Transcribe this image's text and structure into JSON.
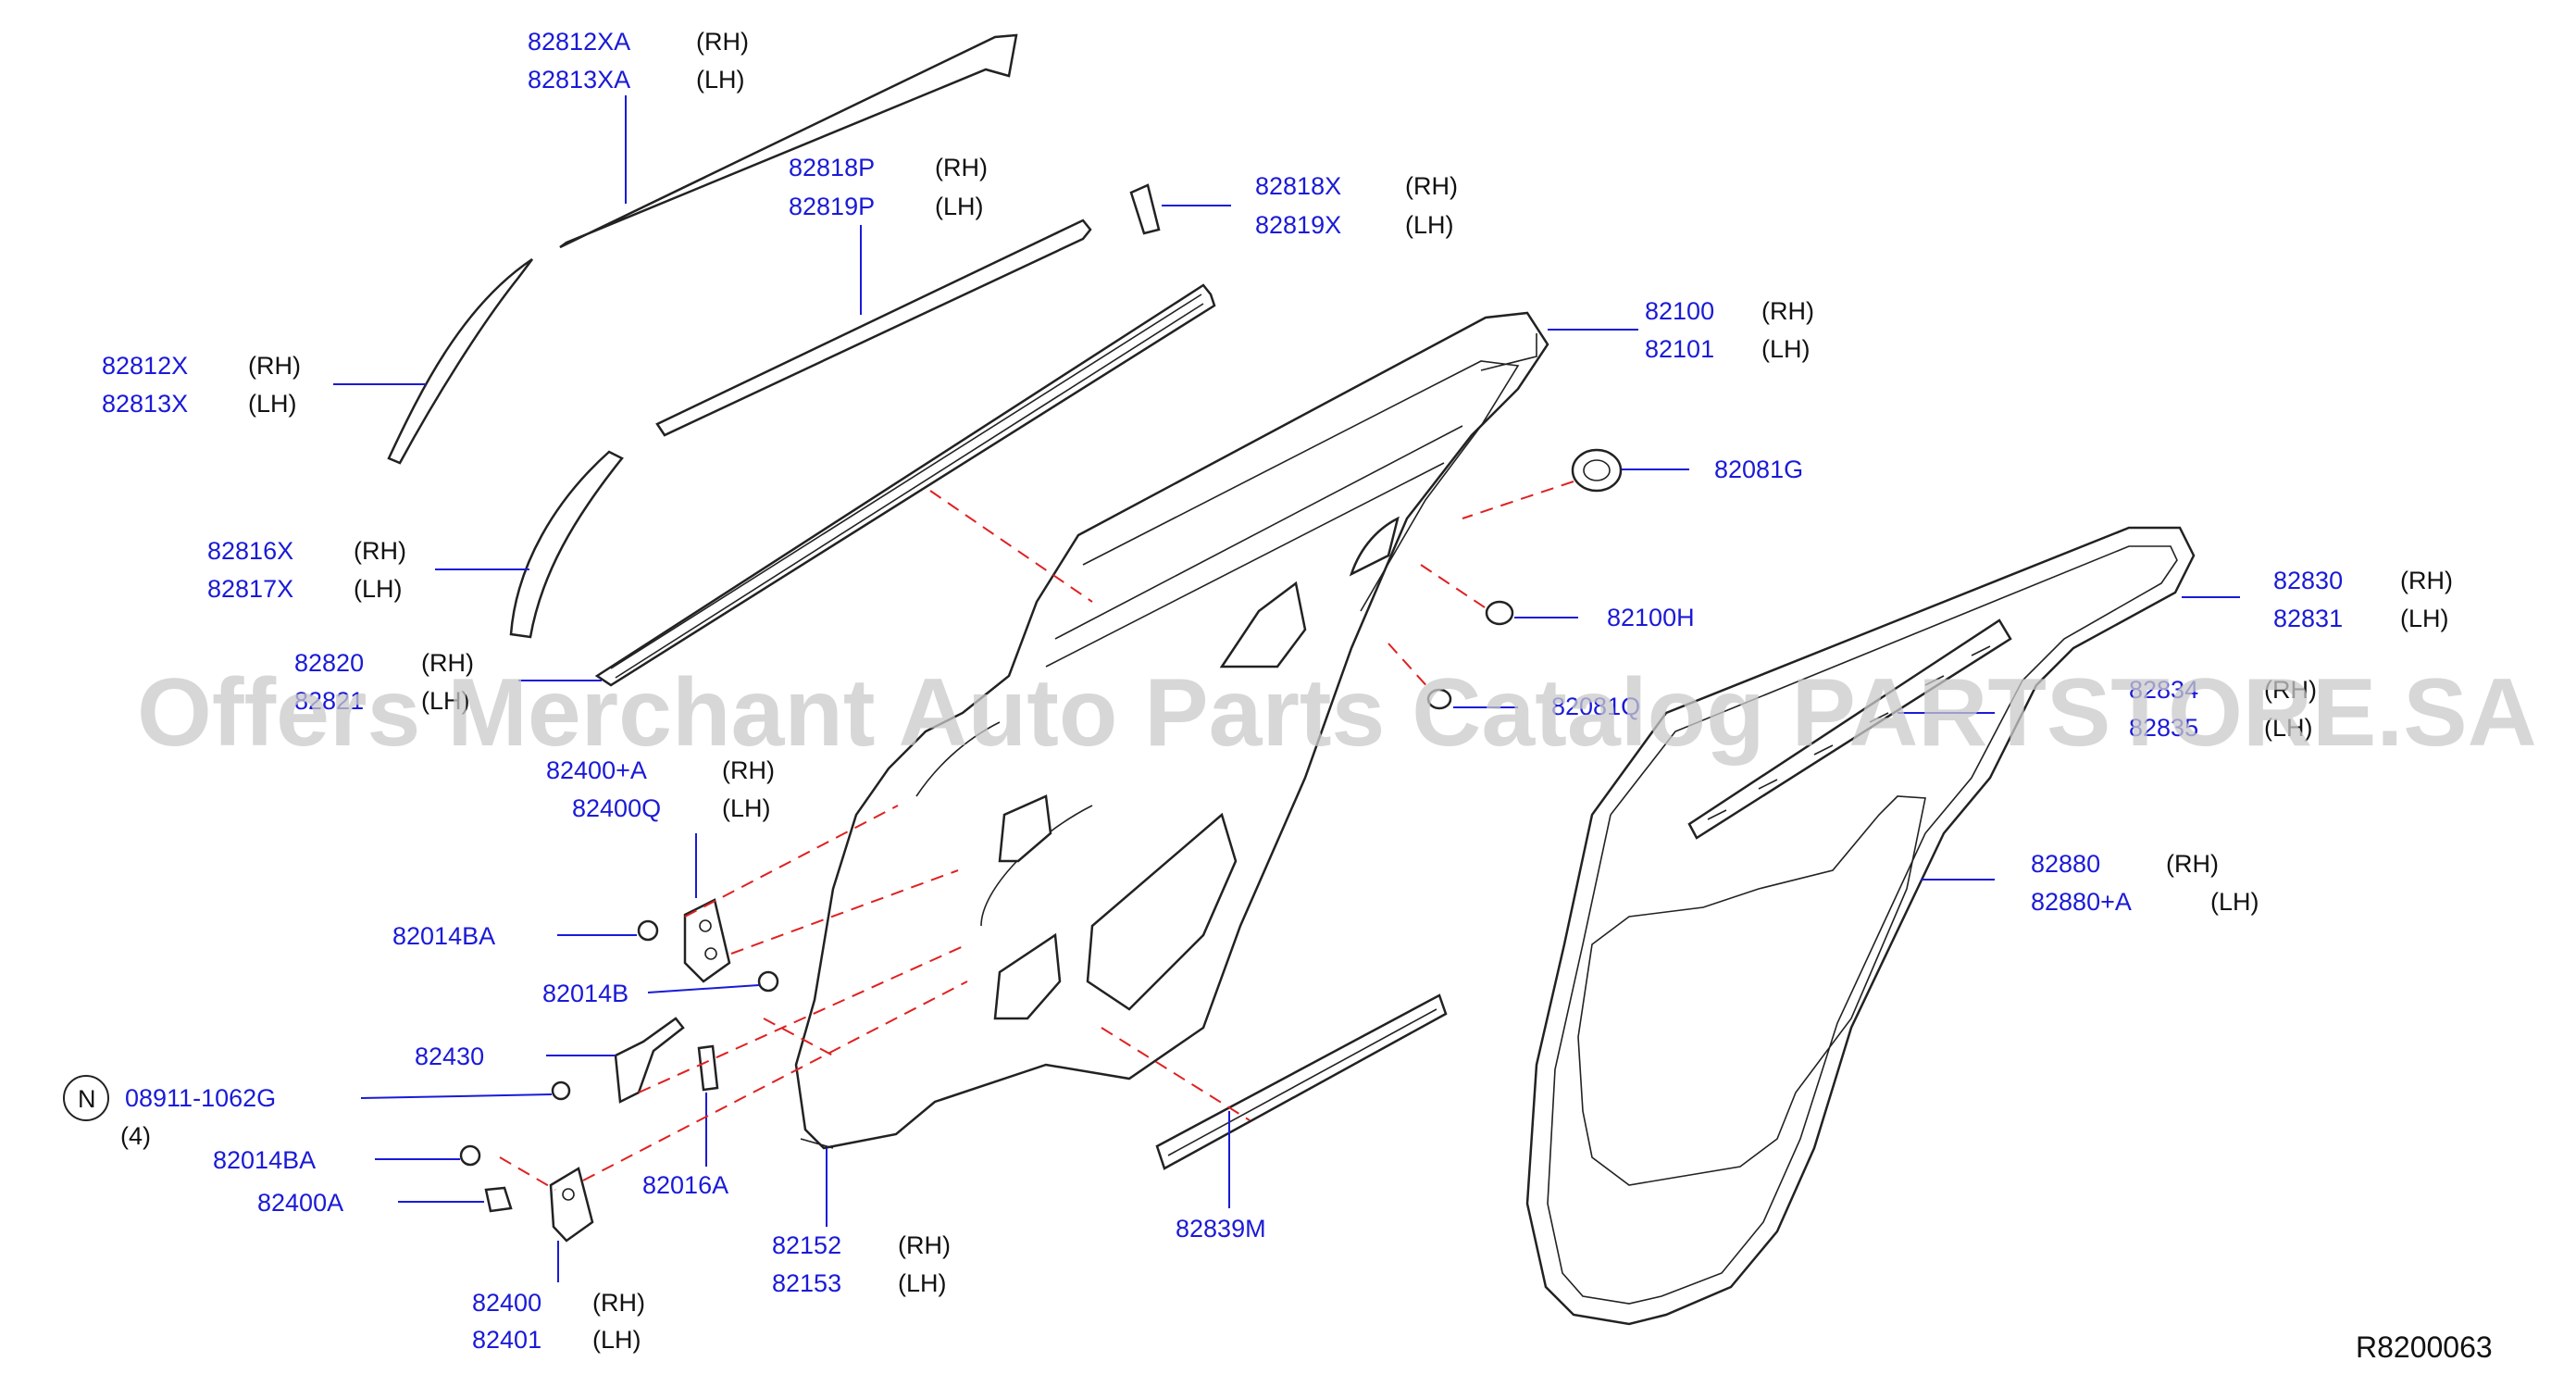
{
  "diagram": {
    "reference_code": "R8200063",
    "watermark": "Offers Merchant Auto Parts Catalog PARTSTORE.SA",
    "callouts": [
      {
        "id": "c1",
        "lines": [
          {
            "part": "82812XA",
            "side": "(RH)"
          },
          {
            "part": "82813XA",
            "side": "(LH)"
          }
        ]
      },
      {
        "id": "c2",
        "lines": [
          {
            "part": "82818P",
            "side": "(RH)"
          },
          {
            "part": "82819P",
            "side": "(LH)"
          }
        ]
      },
      {
        "id": "c3",
        "lines": [
          {
            "part": "82818X",
            "side": "(RH)"
          },
          {
            "part": "82819X",
            "side": "(LH)"
          }
        ]
      },
      {
        "id": "c4",
        "lines": [
          {
            "part": "82812X",
            "side": "(RH)"
          },
          {
            "part": "82813X",
            "side": "(LH)"
          }
        ]
      },
      {
        "id": "c5",
        "lines": [
          {
            "part": "82100",
            "side": "(RH)"
          },
          {
            "part": "82101",
            "side": "(LH)"
          }
        ]
      },
      {
        "id": "c6",
        "lines": [
          {
            "part": "82081G",
            "side": ""
          }
        ]
      },
      {
        "id": "c7",
        "lines": [
          {
            "part": "82816X",
            "side": "(RH)"
          },
          {
            "part": "82817X",
            "side": "(LH)"
          }
        ]
      },
      {
        "id": "c8",
        "lines": [
          {
            "part": "82100H",
            "side": ""
          }
        ]
      },
      {
        "id": "c9",
        "lines": [
          {
            "part": "82830",
            "side": "(RH)"
          },
          {
            "part": "82831",
            "side": "(LH)"
          }
        ]
      },
      {
        "id": "c10",
        "lines": [
          {
            "part": "82820",
            "side": "(RH)"
          },
          {
            "part": "82821",
            "side": "(LH)"
          }
        ]
      },
      {
        "id": "c11",
        "lines": [
          {
            "part": "82081Q",
            "side": ""
          }
        ]
      },
      {
        "id": "c12",
        "lines": [
          {
            "part": "82834",
            "side": "(RH)"
          },
          {
            "part": "82835",
            "side": "(LH)"
          }
        ]
      },
      {
        "id": "c13",
        "lines": [
          {
            "part": "82400+A",
            "side": "(RH)"
          },
          {
            "part": "82400Q",
            "side": "(LH)"
          }
        ]
      },
      {
        "id": "c14",
        "lines": [
          {
            "part": "82880",
            "side": "(RH)"
          },
          {
            "part": "82880+A",
            "side": "(LH)"
          }
        ]
      },
      {
        "id": "c15",
        "lines": [
          {
            "part": "82014BA",
            "side": ""
          }
        ]
      },
      {
        "id": "c16",
        "lines": [
          {
            "part": "82014B",
            "side": ""
          }
        ]
      },
      {
        "id": "c17",
        "lines": [
          {
            "part": "82430",
            "side": ""
          }
        ]
      },
      {
        "id": "c18",
        "lines": [
          {
            "part": "08911-1062G",
            "side": ""
          }
        ],
        "prefix": "N",
        "qty": "(4)"
      },
      {
        "id": "c19",
        "lines": [
          {
            "part": "82014BA",
            "side": ""
          }
        ]
      },
      {
        "id": "c20",
        "lines": [
          {
            "part": "82400A",
            "side": ""
          }
        ]
      },
      {
        "id": "c21",
        "lines": [
          {
            "part": "82016A",
            "side": ""
          }
        ]
      },
      {
        "id": "c22",
        "lines": [
          {
            "part": "82152",
            "side": "(RH)"
          },
          {
            "part": "82153",
            "side": "(LH)"
          }
        ]
      },
      {
        "id": "c23",
        "lines": [
          {
            "part": "82839M",
            "side": ""
          }
        ]
      },
      {
        "id": "c24",
        "lines": [
          {
            "part": "82400",
            "side": "(RH)"
          },
          {
            "part": "82401",
            "side": "(LH)"
          }
        ]
      }
    ]
  }
}
